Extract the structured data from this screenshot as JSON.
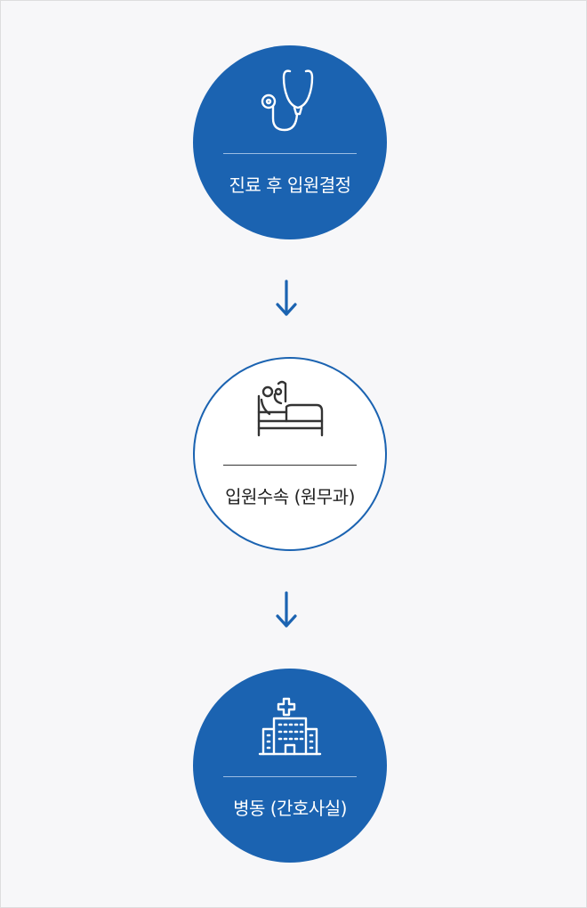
{
  "colors": {
    "primary": "#1b63b1",
    "background": "#f7f7f9",
    "text_dark": "#222222"
  },
  "steps": [
    {
      "label": "진료 후 입원결정",
      "icon": "stethoscope-icon",
      "style": "filled"
    },
    {
      "label": "입원수속 (원무과)",
      "icon": "hospital-bed-icon",
      "style": "outline"
    },
    {
      "label": "병동 (간호사실)",
      "icon": "hospital-building-icon",
      "style": "filled"
    }
  ],
  "connectors": [
    "arrow-down-icon",
    "arrow-down-icon"
  ]
}
